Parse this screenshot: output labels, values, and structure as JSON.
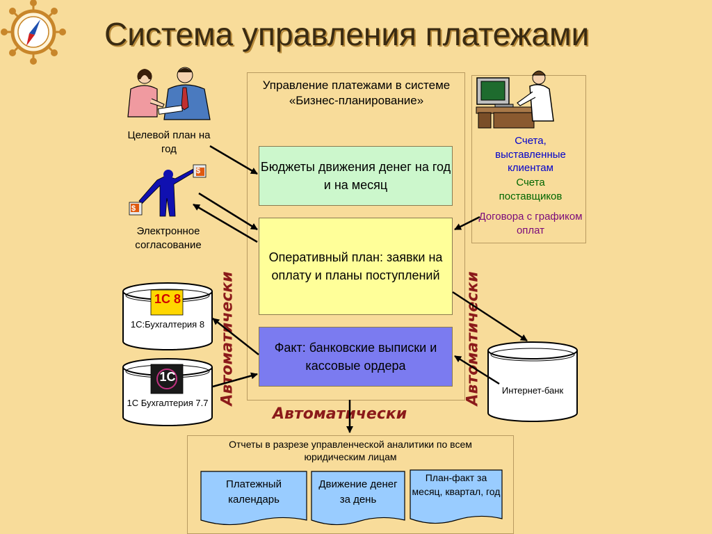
{
  "title": "Система управления платежами",
  "left": {
    "target_plan": "Целевой план на год",
    "e_approval": "Электронное согласование",
    "dollar_sign": "$",
    "db1": {
      "logo": "1С 8",
      "label": "1С:Бухгалтерия 8"
    },
    "db2": {
      "logo": "1С",
      "label": "1С Бухгалтерия 7.7"
    },
    "auto": "Автоматически"
  },
  "center": {
    "header": "Управление платежами в системе «Бизнес-планирование»",
    "budget": "Бюджеты движения денег на год и на месяц",
    "operative": "Оперативный план: заявки на оплату и планы поступлений",
    "fact": "Факт: банковские выписки и кассовые ордера",
    "auto_bottom": "Автоматически"
  },
  "right": {
    "invoices_issued": "Счета, выставленные клиентам",
    "supplier_invoices": "Счета поставщиков",
    "contracts": "Договора с графиком оплат",
    "internet_bank": "Интернет-банк",
    "auto": "Автоматически"
  },
  "reports": {
    "header": "Отчеты в разрезе управленческой аналитики по всем юридическим лицам",
    "docs": [
      "Платежный календарь",
      "Движение денег за день",
      "План-факт за месяц, квартал, год"
    ]
  },
  "colors": {
    "background": "#F8DC9A",
    "budget_box": "#CCF7CC",
    "operative_box": "#FFFF99",
    "fact_box": "#7B7BF0",
    "doc_fill": "#99CCFF",
    "auto_text": "#8B1A1A",
    "invoices_text": "#0000CC",
    "supplier_text": "#006600",
    "contracts_text": "#7A0A7A"
  }
}
